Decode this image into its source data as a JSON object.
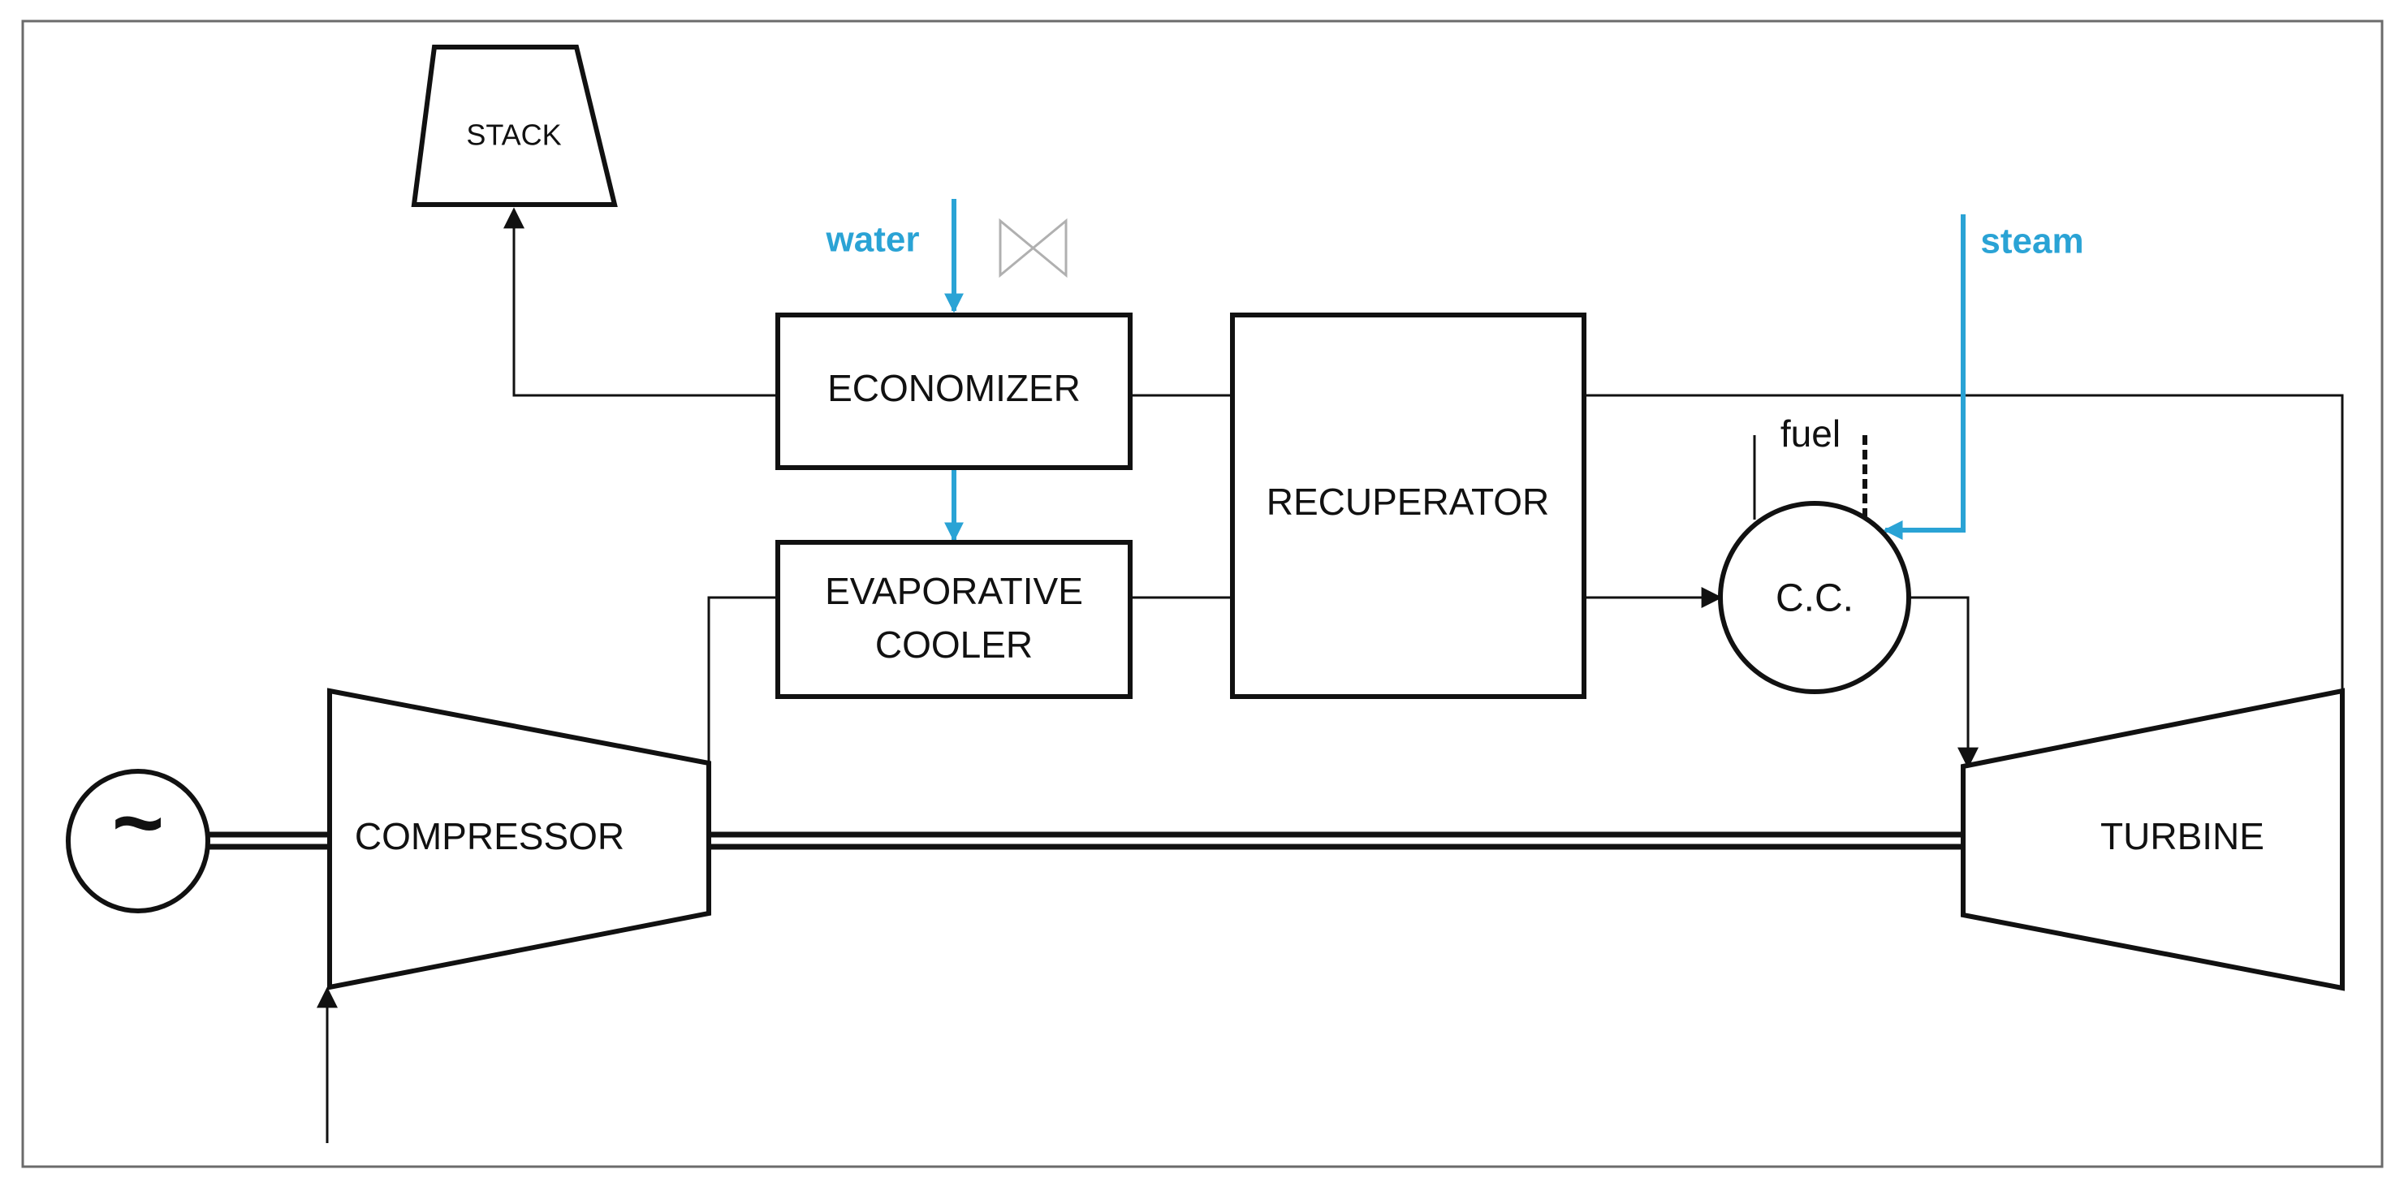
{
  "labels": {
    "stack": "STACK",
    "water": "water",
    "steam": "steam",
    "economizer": "ECONOMIZER",
    "evaporative_line1": "EVAPORATIVE",
    "evaporative_line2": "COOLER",
    "recuperator": "RECUPERATOR",
    "fuel": "fuel",
    "combustion_chamber": "C.C.",
    "compressor": "COMPRESSOR",
    "turbine": "TURBINE",
    "generator": "~"
  },
  "colors": {
    "line": "#111111",
    "water_steam": "#2aa3d5",
    "valve": "#b0b0b0",
    "frame": "#6b6b6b"
  }
}
